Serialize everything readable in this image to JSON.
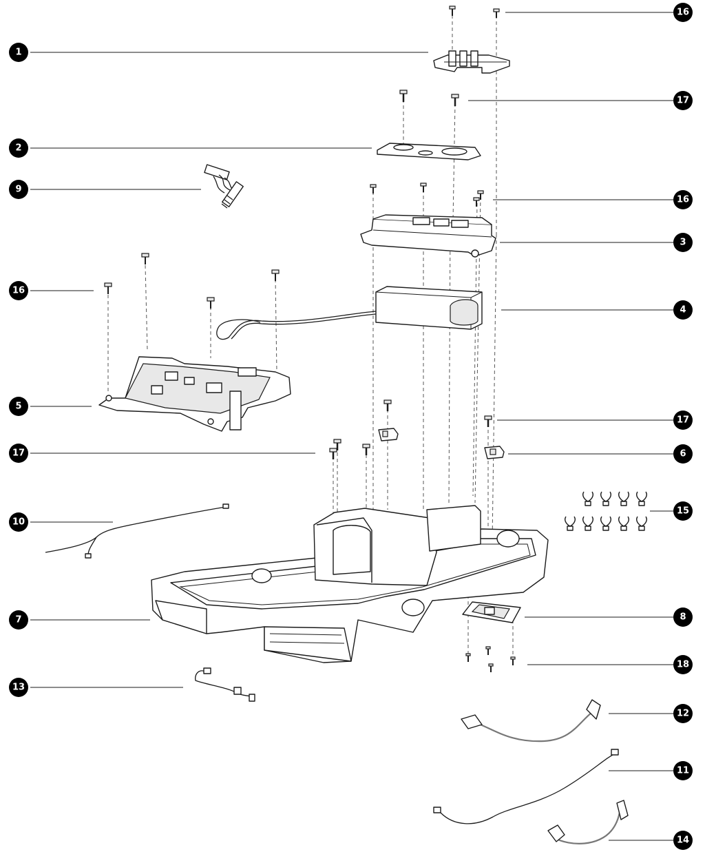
{
  "callouts": [
    {
      "id": "c1",
      "label": "1"
    },
    {
      "id": "c2",
      "label": "2"
    },
    {
      "id": "c9",
      "label": "9"
    },
    {
      "id": "c16a",
      "label": "16"
    },
    {
      "id": "c5",
      "label": "5"
    },
    {
      "id": "c17a",
      "label": "17"
    },
    {
      "id": "c10",
      "label": "10"
    },
    {
      "id": "c7",
      "label": "7"
    },
    {
      "id": "c13",
      "label": "13"
    },
    {
      "id": "c16b",
      "label": "16"
    },
    {
      "id": "c17b",
      "label": "17"
    },
    {
      "id": "c16c",
      "label": "16"
    },
    {
      "id": "c3",
      "label": "3"
    },
    {
      "id": "c4",
      "label": "4"
    },
    {
      "id": "c17c",
      "label": "17"
    },
    {
      "id": "c6",
      "label": "6"
    },
    {
      "id": "c15",
      "label": "15"
    },
    {
      "id": "c8",
      "label": "8"
    },
    {
      "id": "c18",
      "label": "18"
    },
    {
      "id": "c12",
      "label": "12"
    },
    {
      "id": "c11",
      "label": "11"
    },
    {
      "id": "c14",
      "label": "14"
    }
  ],
  "colors": {
    "badge": "#000000",
    "badge_text": "#ffffff",
    "line": "#1a1a1a",
    "dash": "#555555"
  }
}
